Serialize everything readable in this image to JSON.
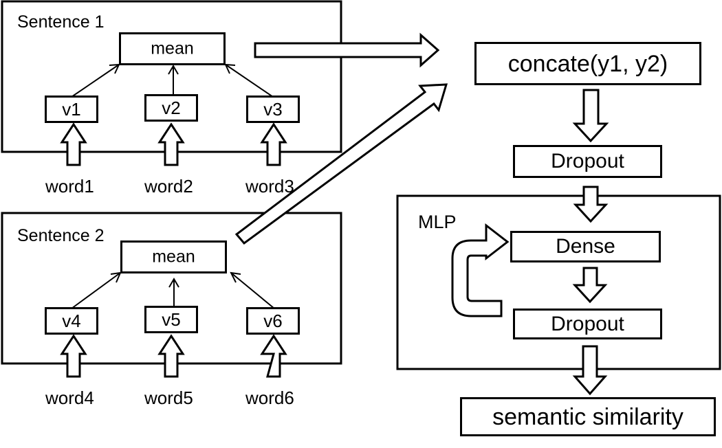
{
  "sentence1": {
    "label": "Sentence 1",
    "mean": "mean",
    "vectors": [
      "v1",
      "v2",
      "v3"
    ],
    "words": [
      "word1",
      "word2",
      "word3"
    ]
  },
  "sentence2": {
    "label": "Sentence 2",
    "mean": "mean",
    "vectors": [
      "v4",
      "v5",
      "v6"
    ],
    "words": [
      "word4",
      "word5",
      "word6"
    ]
  },
  "pipeline": {
    "concat": "concate(y1, y2)",
    "dropout1": "Dropout",
    "mlp_label": "MLP",
    "dense": "Dense",
    "dropout2": "Dropout",
    "output": "semantic similarity"
  }
}
